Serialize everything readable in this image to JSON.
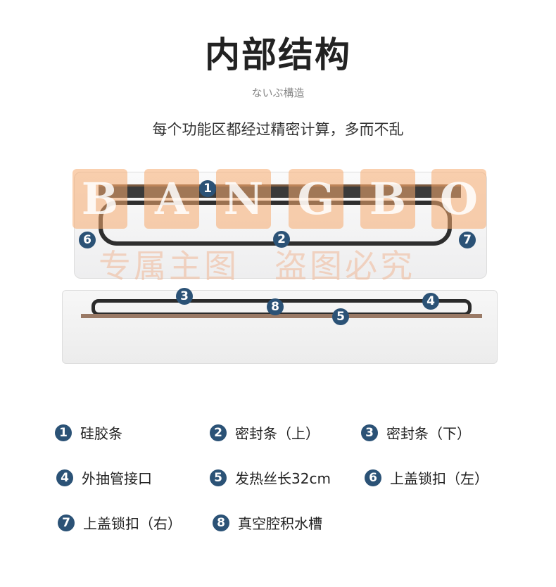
{
  "header": {
    "title": "内部结构",
    "subtitle": "ないぶ構造",
    "tagline": "每个功能区都经过精密计算，多而不乱"
  },
  "watermark": {
    "letters": [
      "B",
      "A",
      "N",
      "G",
      "B",
      "O"
    ],
    "text": "专属主图　盗图必究"
  },
  "badge_color": "#2b5276",
  "callouts": [
    "1",
    "2",
    "3",
    "4",
    "5",
    "6",
    "7",
    "8"
  ],
  "legend": [
    {
      "num": "1",
      "label": "硅胶条"
    },
    {
      "num": "2",
      "label": "密封条（上）"
    },
    {
      "num": "3",
      "label": "密封条（下）"
    },
    {
      "num": "4",
      "label": "外抽管接口"
    },
    {
      "num": "5",
      "label": "发热丝长32cm"
    },
    {
      "num": "6",
      "label": "上盖锁扣（左）"
    },
    {
      "num": "7",
      "label": "上盖锁扣（右）"
    },
    {
      "num": "8",
      "label": "真空腔积水槽"
    }
  ]
}
